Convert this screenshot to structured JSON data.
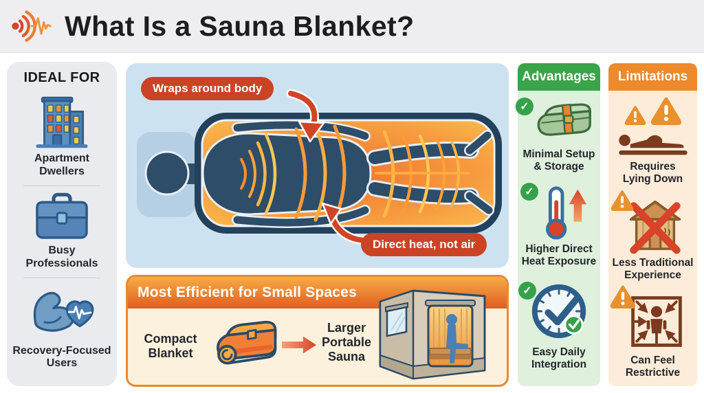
{
  "header": {
    "title": "What Is a Sauna Blanket?",
    "logo": "sound-wave-icon"
  },
  "ideal_for": {
    "title": "IDEAL FOR",
    "items": [
      {
        "icon": "apartment-building-icon",
        "lines": [
          "Apartment",
          "Dwellers"
        ]
      },
      {
        "icon": "briefcase-icon",
        "lines": [
          "Busy",
          "Professionals"
        ]
      },
      {
        "icon": "muscle-heart-icon",
        "lines": [
          "Recovery-Focused",
          "Users"
        ]
      }
    ]
  },
  "blanket_diagram": {
    "callout_top": "Wraps around body",
    "callout_bottom": "Direct heat, not air"
  },
  "small_spaces": {
    "title": "Most Efficient for Small Spaces",
    "compact": {
      "icon": "folded-blanket-icon",
      "lines": [
        "Compact",
        "Blanket"
      ]
    },
    "larger": {
      "icon": "portable-sauna-tent-icon",
      "lines": [
        "Larger",
        "Portable",
        "Sauna"
      ]
    }
  },
  "advantages": {
    "title": "Advantages",
    "items": [
      {
        "icon": "folded-blanket-check-icon",
        "lines": [
          "Minimal Setup",
          "& Storage"
        ]
      },
      {
        "icon": "thermometer-up-icon",
        "lines": [
          "Higher Direct",
          "Heat Exposure"
        ]
      },
      {
        "icon": "clock-check-icon",
        "lines": [
          "Easy Daily",
          "Integration"
        ]
      }
    ]
  },
  "limitations": {
    "title": "Limitations",
    "items": [
      {
        "icon": "lying-person-warning-icon",
        "lines": [
          "Requires",
          "Lying Down"
        ]
      },
      {
        "icon": "crossed-sauna-cabin-icon",
        "lines": [
          "Less Traditional",
          "Experience"
        ]
      },
      {
        "icon": "restrictive-box-icon",
        "lines": [
          "Can Feel",
          "Restrictive"
        ]
      }
    ]
  },
  "colors": {
    "advantage_green": "#3aa449",
    "limitation_orange": "#ec8a2c",
    "callout_red": "#cb4325",
    "heat_orange": "#f08038",
    "navy": "#2b4a66",
    "diagram_blue": "#cde2f1"
  }
}
